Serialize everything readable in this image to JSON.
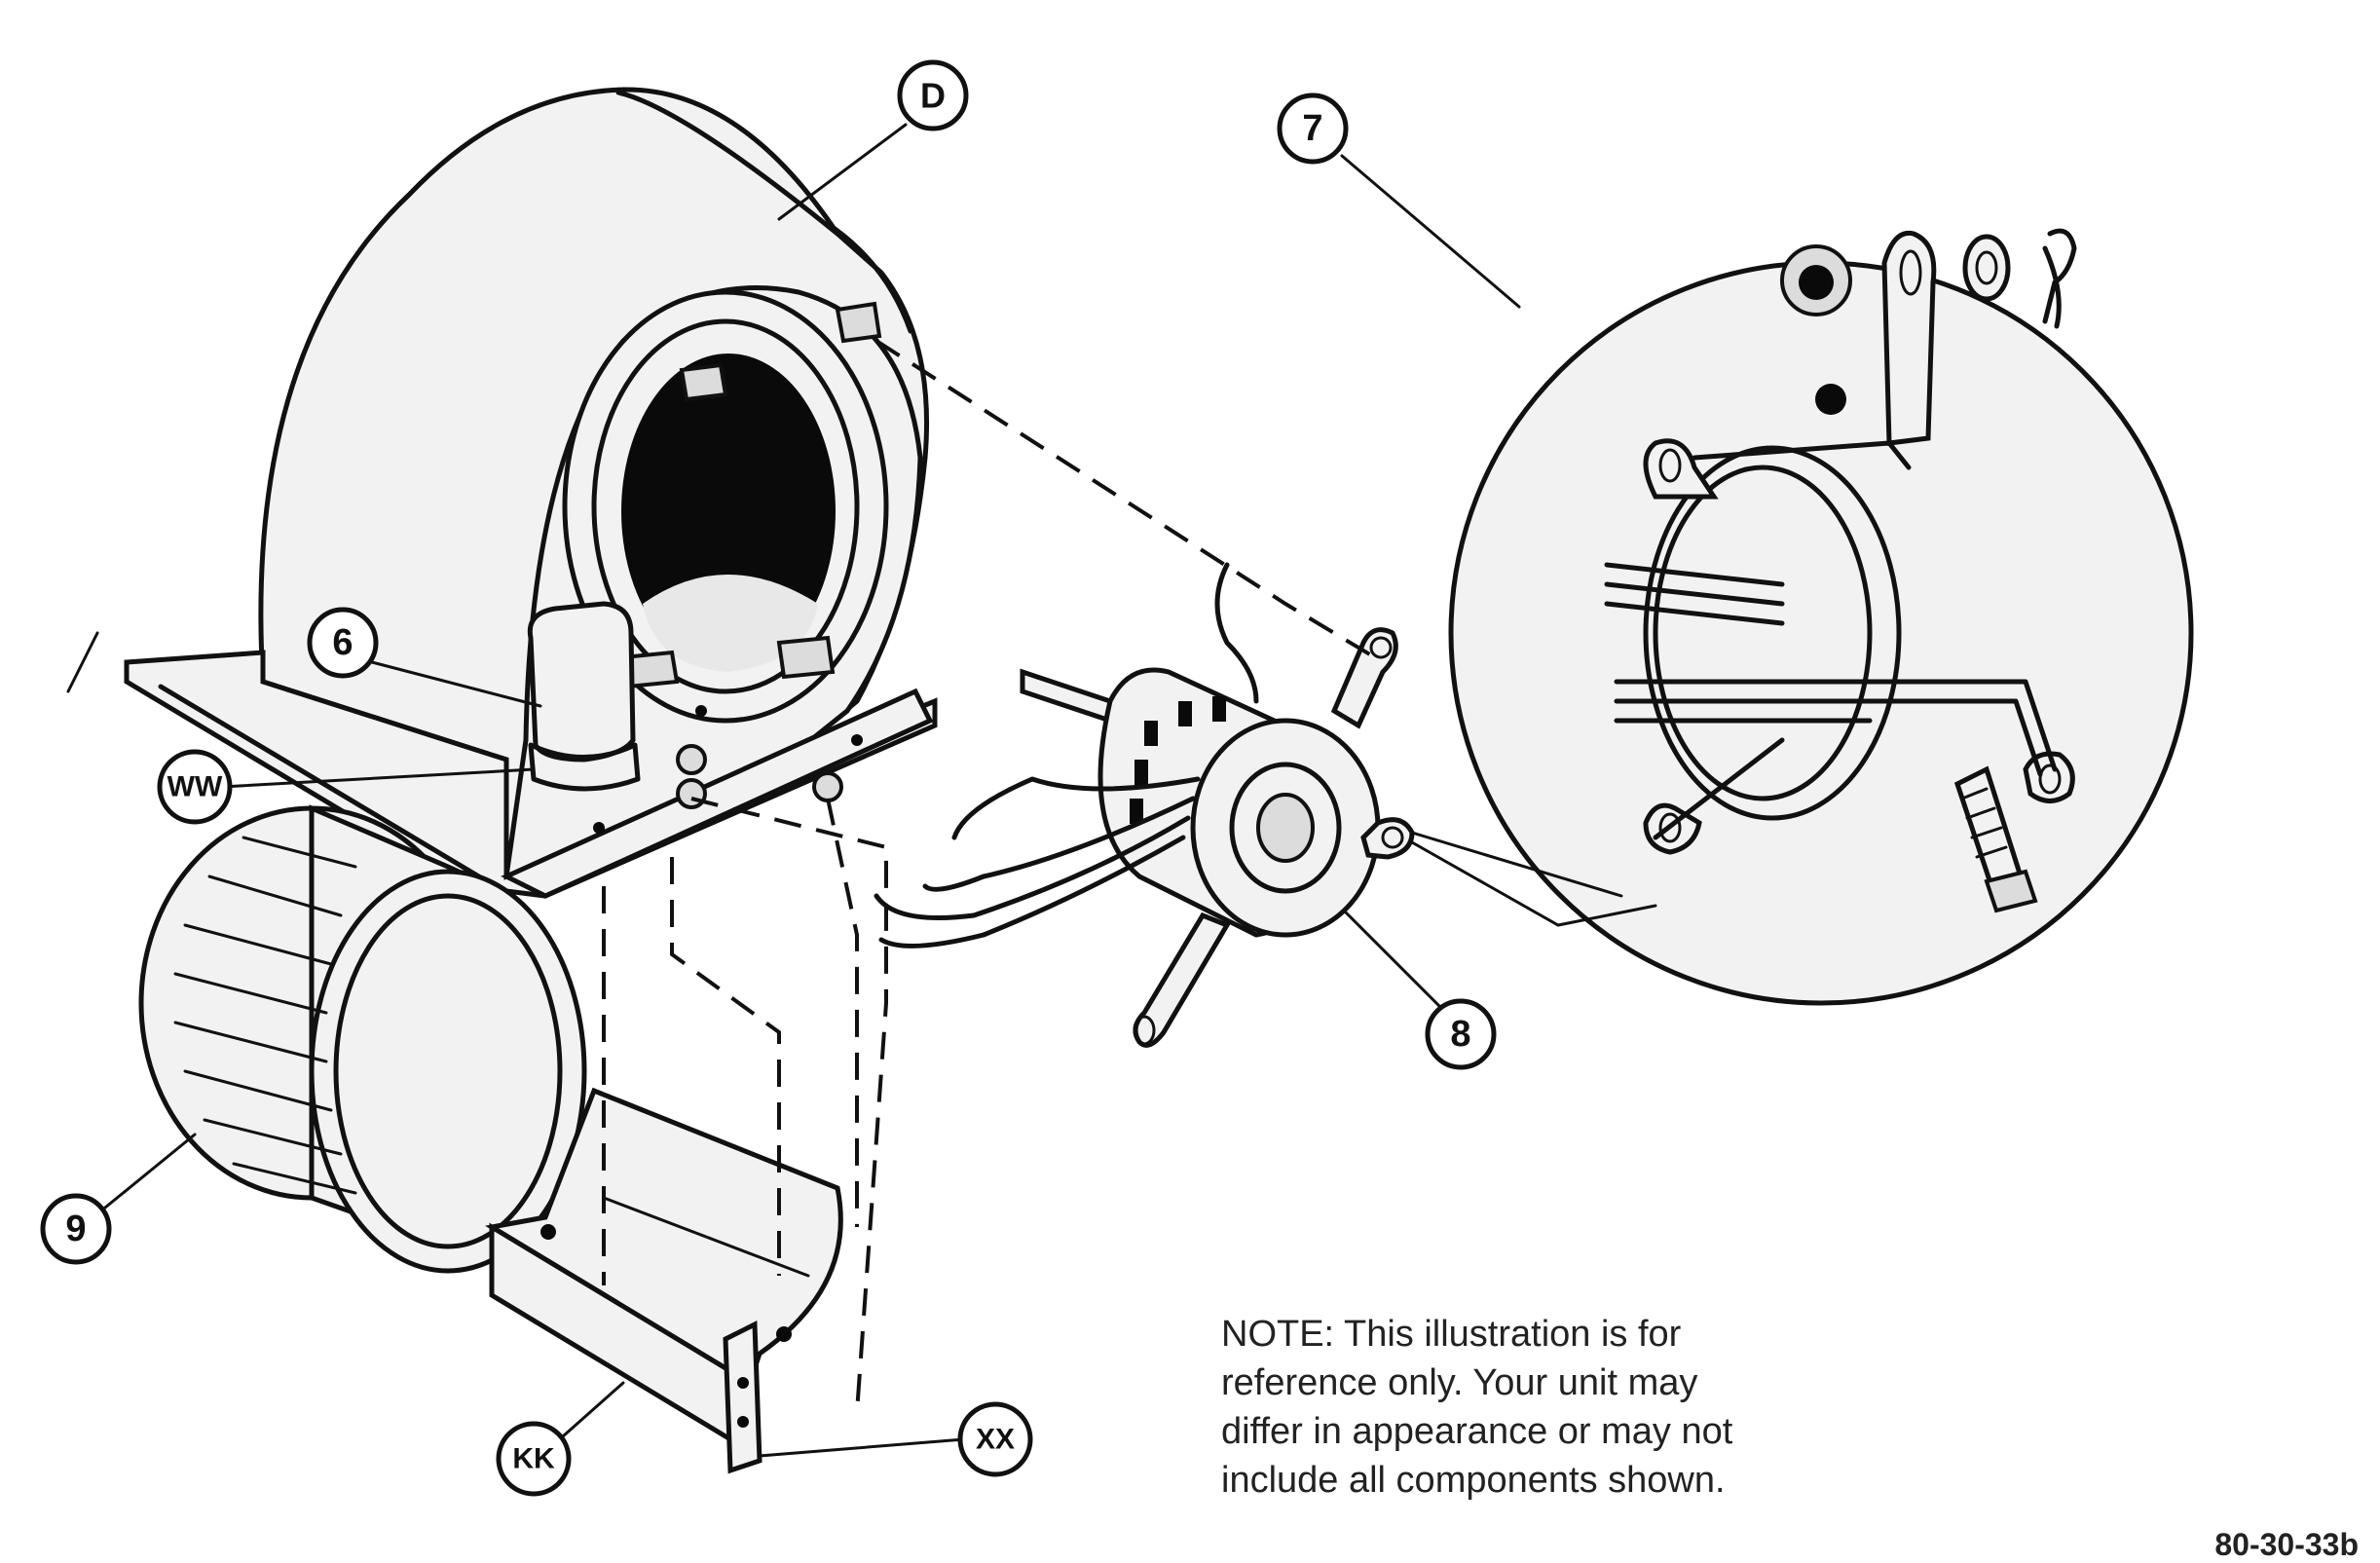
{
  "callouts": {
    "D": "D",
    "seven": "7",
    "six": "6",
    "WW": "WW",
    "eight": "8",
    "nine": "9",
    "KK": "KK",
    "XX": "XX"
  },
  "note_lines": [
    "NOTE:      This illustration is for",
    "reference only.    Your unit may",
    "differ in appearance or may not",
    "include all components shown."
  ],
  "figure_ref": "80-30-33b"
}
